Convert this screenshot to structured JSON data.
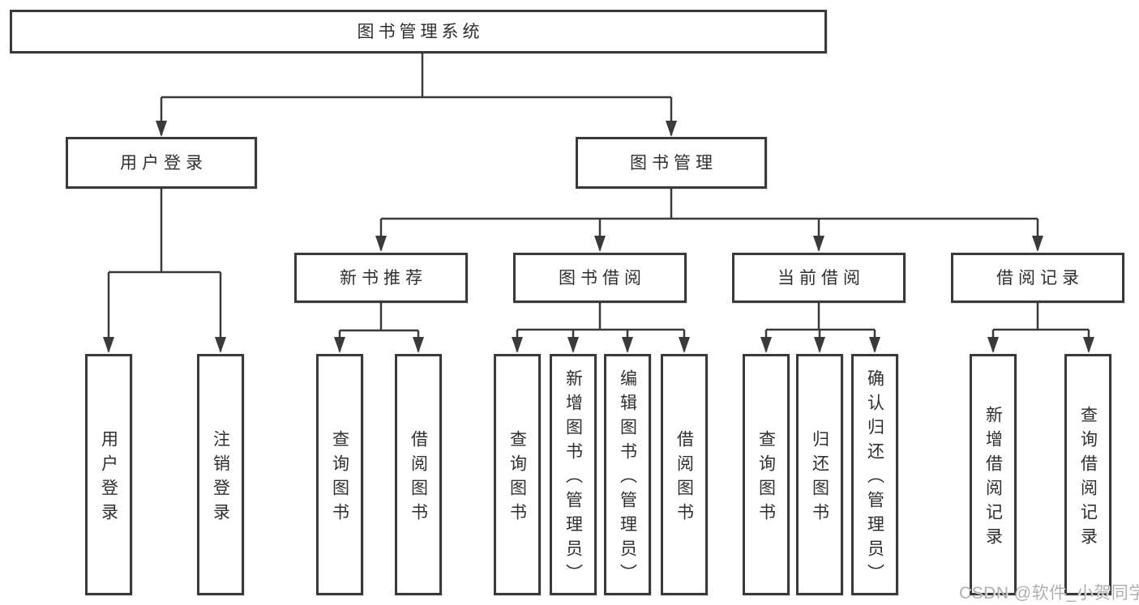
{
  "diagram": {
    "root": {
      "label": "图书管理系统"
    },
    "level2": [
      {
        "id": "user-login",
        "label": "用户登录"
      },
      {
        "id": "book-management",
        "label": "图书管理"
      }
    ],
    "level3": [
      {
        "id": "new-book-recommend",
        "label": "新书推荐"
      },
      {
        "id": "book-borrow",
        "label": "图书借阅"
      },
      {
        "id": "current-borrow",
        "label": "当前借阅"
      },
      {
        "id": "borrow-records",
        "label": "借阅记录"
      }
    ],
    "leaves": {
      "user_login": [
        {
          "label": "用户登录"
        },
        {
          "label": "注销登录"
        }
      ],
      "new_book_recommend": [
        {
          "label": "查询图书"
        },
        {
          "label": "借阅图书"
        }
      ],
      "book_borrow": [
        {
          "label": "查询图书"
        },
        {
          "label": "新增图书（管理员）"
        },
        {
          "label": "编辑图书（管理员）"
        },
        {
          "label": "借阅图书"
        }
      ],
      "current_borrow": [
        {
          "label": "查询图书"
        },
        {
          "label": "归还图书"
        },
        {
          "label": "确认归还（管理员）"
        }
      ],
      "borrow_records": [
        {
          "label": "新增借阅记录"
        },
        {
          "label": "查询借阅记录"
        }
      ]
    }
  },
  "watermark": {
    "text": "CSDN @软件_小贺同学"
  },
  "colors": {
    "background": "#ffffff",
    "line": "#3a3a3a",
    "box_border": "#3a3a3a",
    "box_fill": "#ffffff",
    "text": "#2f2f2f",
    "watermark": "#b0b0b0"
  }
}
